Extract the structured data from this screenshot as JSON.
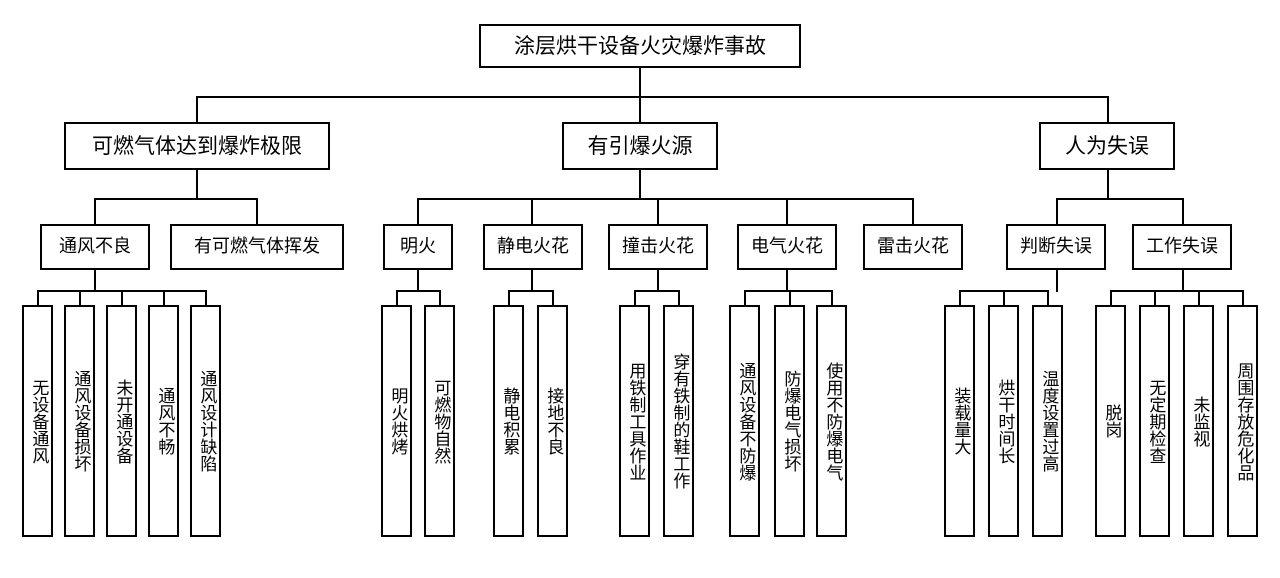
{
  "diagram": {
    "type": "fault-tree",
    "title": "涂层烘干设备火灾爆炸事故",
    "orientation": "top-down",
    "leaf_text_orientation": "vertical"
  },
  "root": {
    "label": "涂层烘干设备火灾爆炸事故"
  },
  "level1": [
    {
      "label": "可燃气体达到爆炸极限"
    },
    {
      "label": "有引爆火源"
    },
    {
      "label": "人为失误"
    }
  ],
  "level2": [
    {
      "label": "通风不良",
      "parent": "可燃气体达到爆炸极限"
    },
    {
      "label": "有可燃气体挥发",
      "parent": "可燃气体达到爆炸极限"
    },
    {
      "label": "明火",
      "parent": "有引爆火源"
    },
    {
      "label": "静电火花",
      "parent": "有引爆火源"
    },
    {
      "label": "撞击火花",
      "parent": "有引爆火源"
    },
    {
      "label": "电气火花",
      "parent": "有引爆火源"
    },
    {
      "label": "雷击火花",
      "parent": "有引爆火源"
    },
    {
      "label": "判断失误",
      "parent": "人为失误"
    },
    {
      "label": "工作失误",
      "parent": "人为失误"
    }
  ],
  "leaves": {
    "ventilation_poor": [
      {
        "label": "无设备通风"
      },
      {
        "label": "通风设备损坏"
      },
      {
        "label": "未开通设备"
      },
      {
        "label": "通风不畅"
      },
      {
        "label": "通风设计缺陷"
      }
    ],
    "open_flame": [
      {
        "label": "明火烘烤"
      },
      {
        "label": "可燃物自然"
      }
    ],
    "static_spark": [
      {
        "label": "静电积累"
      },
      {
        "label": "接地不良"
      }
    ],
    "impact_spark": [
      {
        "label": "用铁制工具作业"
      },
      {
        "label": "穿有铁制的鞋工作"
      }
    ],
    "electric_spark": [
      {
        "label": "通风设备不防爆"
      },
      {
        "label": "防爆电气损坏"
      },
      {
        "label": "使用不防爆电气"
      }
    ],
    "judgement_error": [
      {
        "label": "装载量大"
      },
      {
        "label": "烘干时间长"
      },
      {
        "label": "温度设置过高"
      }
    ],
    "work_error": [
      {
        "label": "脱岗"
      },
      {
        "label": "无定期检查"
      },
      {
        "label": "未监视"
      },
      {
        "label": "周围存放危化品"
      }
    ]
  },
  "colors": {
    "background": "#ffffff",
    "border": "#000000",
    "text": "#000000"
  }
}
